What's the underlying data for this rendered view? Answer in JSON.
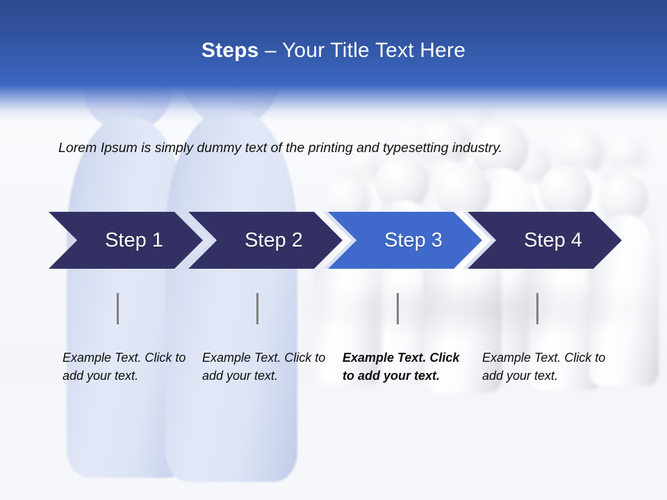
{
  "slide": {
    "title": {
      "strong": "Steps",
      "rest": " – Your Title Text Here"
    },
    "lead_paragraph": "Lorem Ipsum is simply dummy text of the printing and typesetting industry.",
    "background": {
      "description": "crowd of white 3d human figures",
      "header_gradient_top": "#2c4a90",
      "header_gradient_bottom": "#3c68c2",
      "canvas_color": "#f4f6fa"
    },
    "colors": {
      "chevron_default": "#333063",
      "chevron_highlight": "#3f6acb",
      "chevron_separator": "#d6ddf0",
      "title_text": "#ffffff",
      "body_text": "#101010",
      "tick_mark": "#7d7d7d"
    },
    "steps": [
      {
        "label": "Step 1",
        "highlighted": false,
        "caption": "Example Text. Click  to add your text."
      },
      {
        "label": "Step 2",
        "highlighted": false,
        "caption": "Example Text. Click  to add your text."
      },
      {
        "label": "Step 3",
        "highlighted": true,
        "caption": "Example Text. Click  to add your text."
      },
      {
        "label": "Step 4",
        "highlighted": false,
        "caption": "Example Text. Click  to add your text."
      }
    ]
  }
}
